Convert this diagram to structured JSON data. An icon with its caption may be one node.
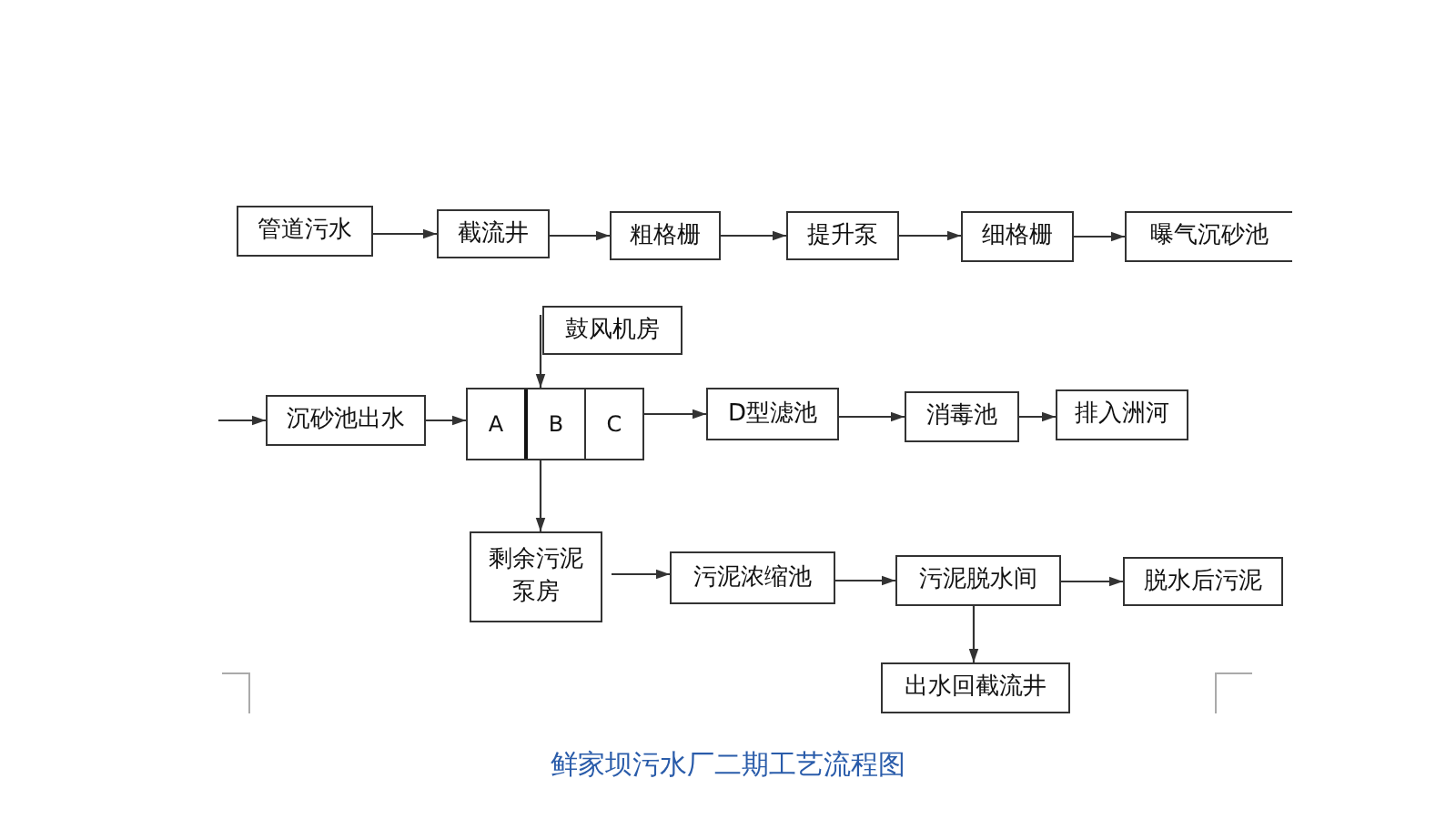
{
  "diagram": {
    "caption": "鲜家坝污水厂二期工艺流程图",
    "nodes": [
      {
        "text": [
          "管道污水"
        ]
      },
      {
        "text": [
          "截流井"
        ]
      },
      {
        "text": [
          "粗格栅"
        ]
      },
      {
        "text": [
          "提升泵"
        ]
      },
      {
        "text": [
          "细格栅"
        ]
      },
      {
        "text": [
          "曝气沉砂池"
        ]
      },
      {
        "text": [
          "鼓风机房"
        ]
      },
      {
        "text": [
          "沉砂池出水"
        ]
      },
      {
        "text": [
          "A",
          "B",
          "C"
        ]
      },
      {
        "text": [
          "D型滤池"
        ]
      },
      {
        "text": [
          "消毒池"
        ]
      },
      {
        "text": [
          "排入洲河"
        ]
      },
      {
        "text": [
          "剩余污泥泵房"
        ]
      },
      {
        "text": [
          "污泥浓缩池"
        ]
      },
      {
        "text": [
          "污泥脱水间"
        ]
      },
      {
        "text": [
          "脱水后污泥"
        ]
      },
      {
        "text": [
          "出水回截流井"
        ]
      }
    ],
    "edges": [
      {
        "from": 0,
        "to": 1,
        "arrow": "to"
      },
      {
        "from": 1,
        "to": 2,
        "arrow": "to"
      },
      {
        "from": 2,
        "to": 3,
        "arrow": "to"
      },
      {
        "from": 3,
        "to": 4,
        "arrow": "to"
      },
      {
        "from": 4,
        "to": 5,
        "arrow": "to"
      },
      {
        "from": null,
        "to": 7,
        "arrow": "to"
      },
      {
        "from": 7,
        "to": 8,
        "arrow": "to"
      },
      {
        "from": 6,
        "to": 8,
        "arrow": "to"
      },
      {
        "from": 8,
        "to": 9,
        "arrow": "to"
      },
      {
        "from": 9,
        "to": 10,
        "arrow": "to"
      },
      {
        "from": 10,
        "to": 11,
        "arrow": "to"
      },
      {
        "from": 8,
        "to": 12,
        "arrow": "to"
      },
      {
        "from": 12,
        "to": 13,
        "arrow": "to"
      },
      {
        "from": 13,
        "to": 14,
        "arrow": "to"
      },
      {
        "from": 14,
        "to": 15,
        "arrow": "to"
      },
      {
        "from": 14,
        "to": 16,
        "arrow": "to"
      }
    ]
  }
}
